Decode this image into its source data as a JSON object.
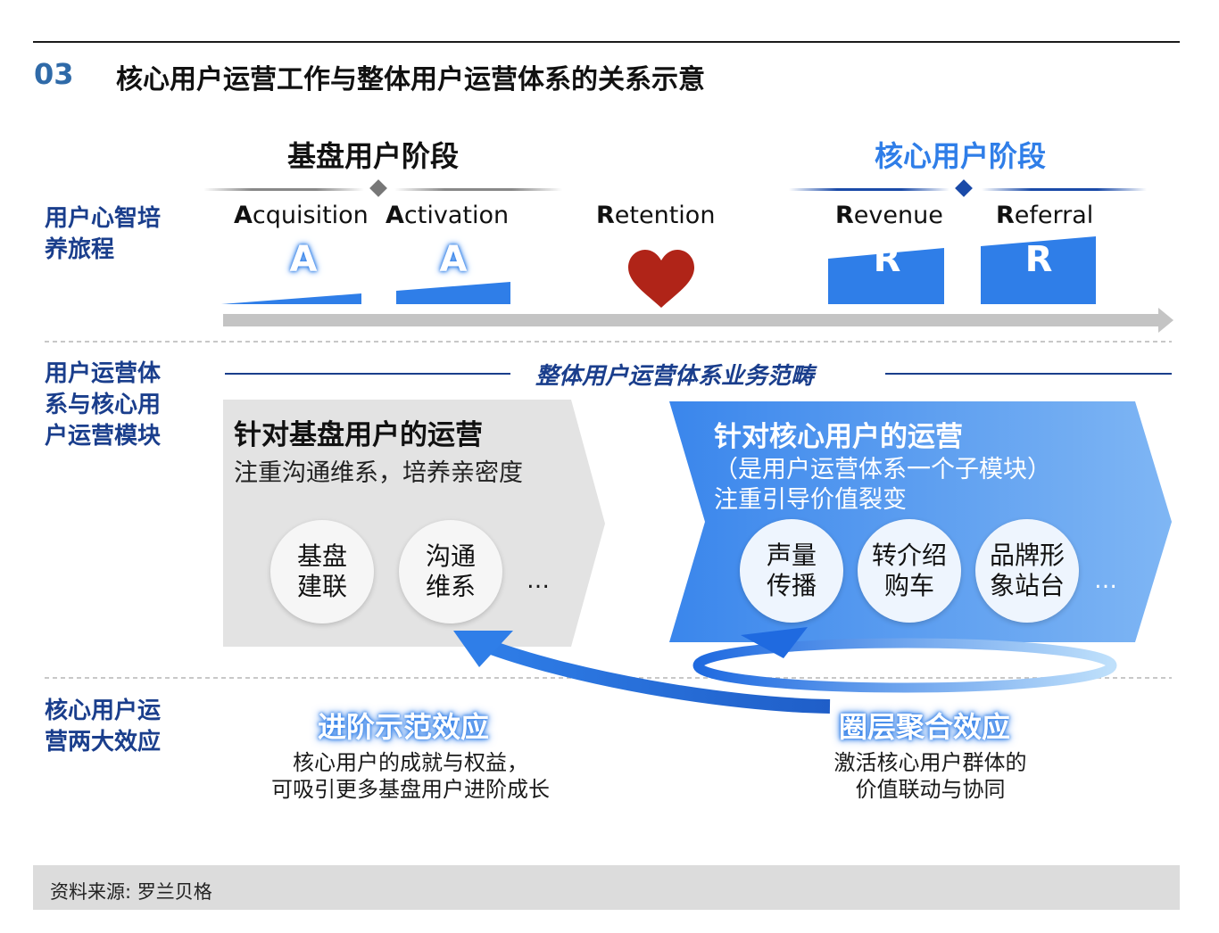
{
  "header": {
    "section_number": "03",
    "title": "核心用户运营工作与整体用户运营体系的关系示意"
  },
  "stages": {
    "base": "基盘用户阶段",
    "core": "核心用户阶段"
  },
  "row_labels": {
    "journey": "用户心智培养旅程",
    "system": "用户运营体系与核心用户运营模块",
    "effects": "核心用户运营两大效应"
  },
  "funnel": {
    "acquisition": {
      "initial": "A",
      "rest": "cquisition",
      "letter": "A"
    },
    "activation": {
      "initial": "A",
      "rest": "ctivation",
      "letter": "A"
    },
    "retention": {
      "initial": "R",
      "rest": "etention",
      "icon": "heart-icon"
    },
    "revenue": {
      "initial": "R",
      "rest": "evenue",
      "letter": "R"
    },
    "referral": {
      "initial": "R",
      "rest": "eferral",
      "letter": "R"
    }
  },
  "system_heading": "整体用户运营体系业务范畴",
  "base_panel": {
    "title": "针对基盘用户的运营",
    "subtitle": "注重沟通维系，培养亲密度",
    "modules": [
      {
        "line1": "基盘",
        "line2": "建联"
      },
      {
        "line1": "沟通",
        "line2": "维系"
      }
    ],
    "ellipsis": "…"
  },
  "core_panel": {
    "title": "针对核心用户的运营",
    "note": "（是用户运营体系一个子模块）",
    "subtitle": "注重引导价值裂变",
    "modules": [
      {
        "line1": "声量",
        "line2": "传播"
      },
      {
        "line1": "转介绍",
        "line2": "购车"
      },
      {
        "line1": "品牌形",
        "line2": "象站台"
      }
    ],
    "ellipsis": "…"
  },
  "effects": {
    "left": {
      "title": "进阶示范效应",
      "desc1": "核心用户的成就与权益，",
      "desc2": "可吸引更多基盘用户进阶成长"
    },
    "right": {
      "title": "圈层聚合效应",
      "desc1": "激活核心用户群体的",
      "desc2": "价值联动与协同"
    }
  },
  "footer": {
    "source": "资料来源: 罗兰贝格"
  },
  "colors": {
    "navy": "#1a3e8c",
    "accent_blue": "#2f7ee8",
    "light_blue": "#7eb3f2",
    "heart": "#b02418",
    "panel_grey": "#e3e3e3"
  }
}
